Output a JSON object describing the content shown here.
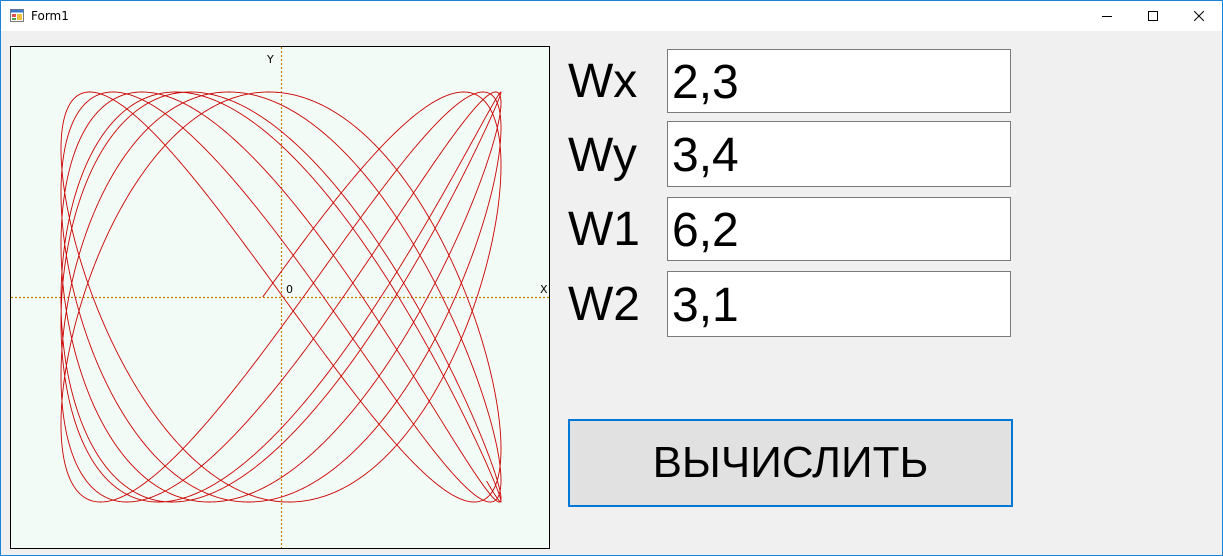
{
  "window": {
    "title": "Form1",
    "icon": "winforms-app-icon",
    "controls": [
      "minimize-icon",
      "maximize-icon",
      "close-icon"
    ]
  },
  "plot": {
    "axis_x_label": "X",
    "axis_y_label": "Y",
    "origin_label": "0",
    "curve_color": "#cc0000",
    "axis_color": "#c08000",
    "background": "#f2fbf6"
  },
  "fields": {
    "wx": {
      "label": "Wx",
      "value": "2,3"
    },
    "wy": {
      "label": "Wy",
      "value": "3,4"
    },
    "w1": {
      "label": "W1",
      "value": "6,2"
    },
    "w2": {
      "label": "W2",
      "value": "3,1"
    }
  },
  "calculate_button": {
    "label": "ВЫЧИСЛИТЬ"
  },
  "accent_color": "#0078d7"
}
